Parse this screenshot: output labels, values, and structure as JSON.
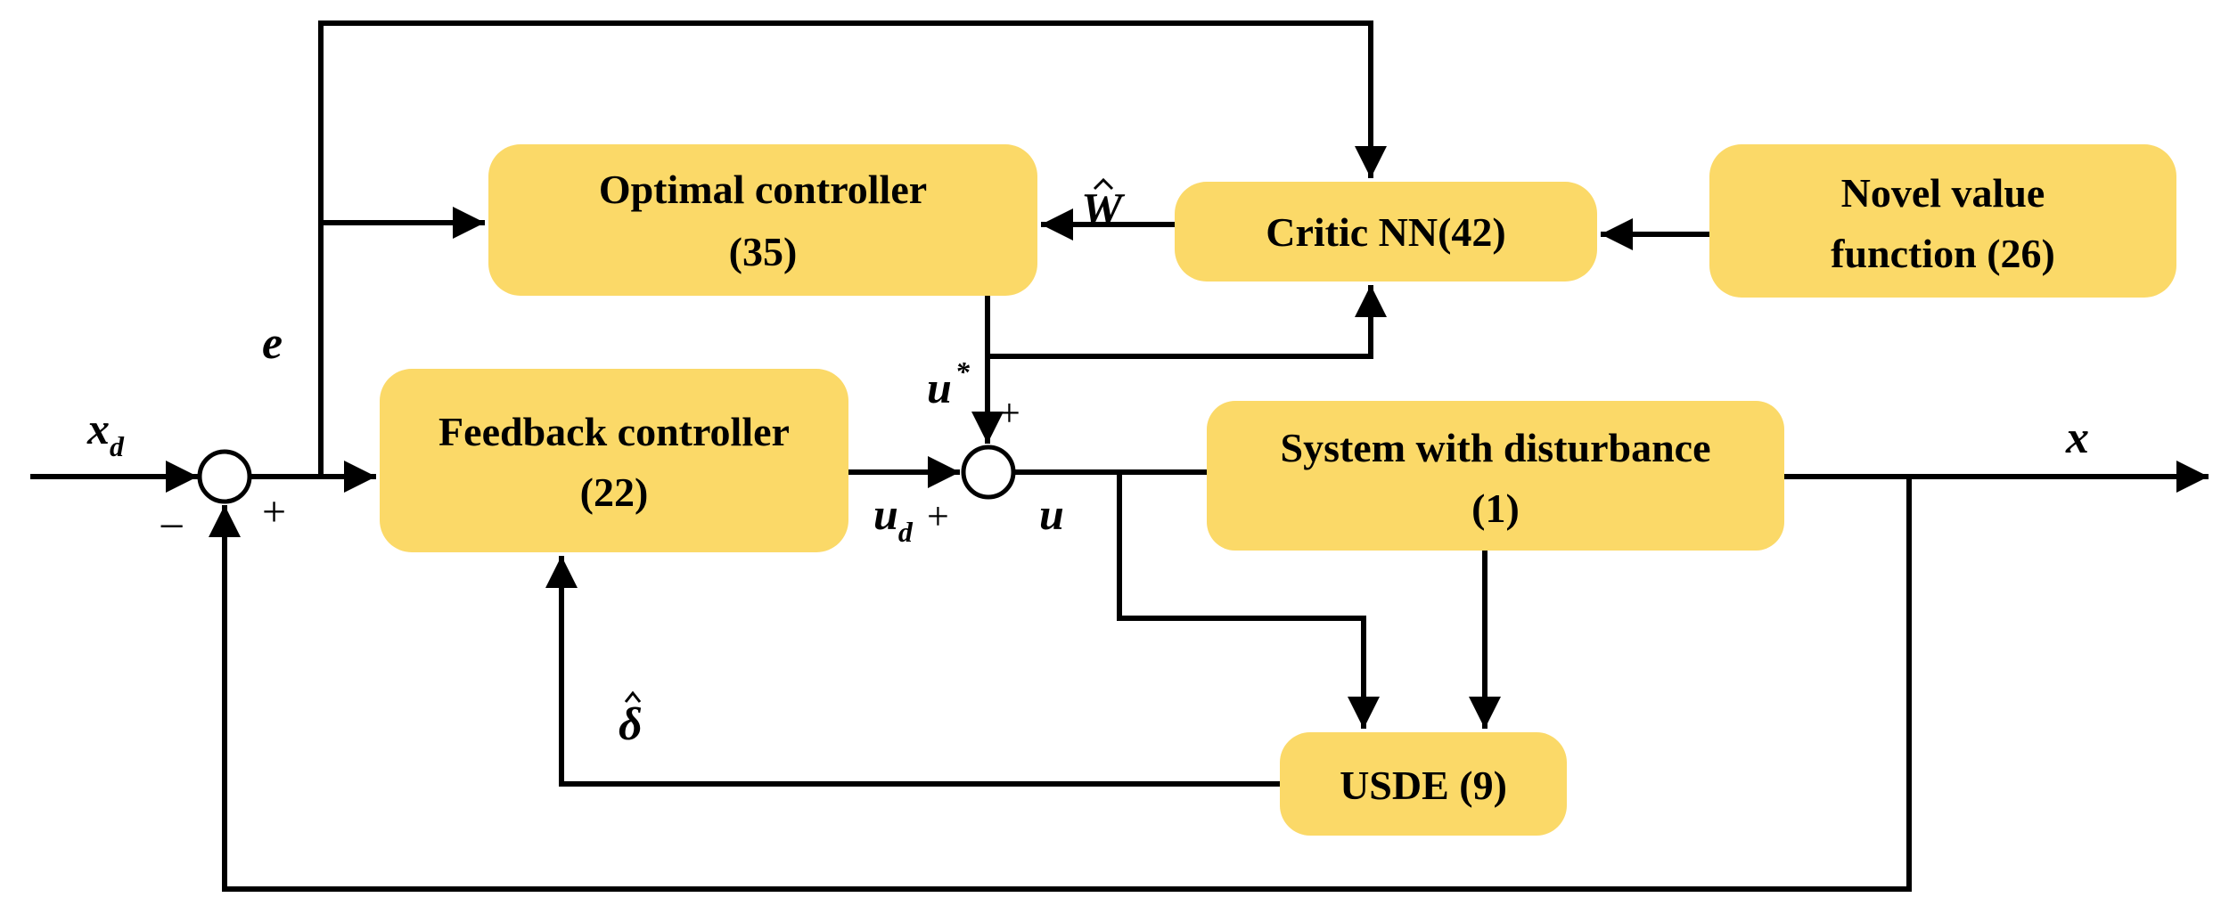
{
  "blocks": {
    "optimal_controller": [
      "Optimal controller",
      "(35)"
    ],
    "critic_nn": [
      "Critic NN(42)"
    ],
    "novel_value_function": [
      "Novel value",
      "function (26)"
    ],
    "feedback_controller": [
      "Feedback controller",
      "(22)"
    ],
    "system": [
      "System with disturbance",
      "(1)"
    ],
    "usde": [
      "USDE (9)"
    ]
  },
  "signals": {
    "xd": {
      "main": "x",
      "sub": "d"
    },
    "e": "e",
    "W_hat": "W",
    "u_star": {
      "main": "u",
      "sup": "*"
    },
    "ud": {
      "main": "u",
      "sub": "d"
    },
    "u": "u",
    "x": "x",
    "delta_hat": "δ"
  },
  "signs": {
    "sum1_minus": "−",
    "sum1_plus": "+",
    "sum2_top_plus": "+",
    "sum2_left_plus": "+"
  }
}
